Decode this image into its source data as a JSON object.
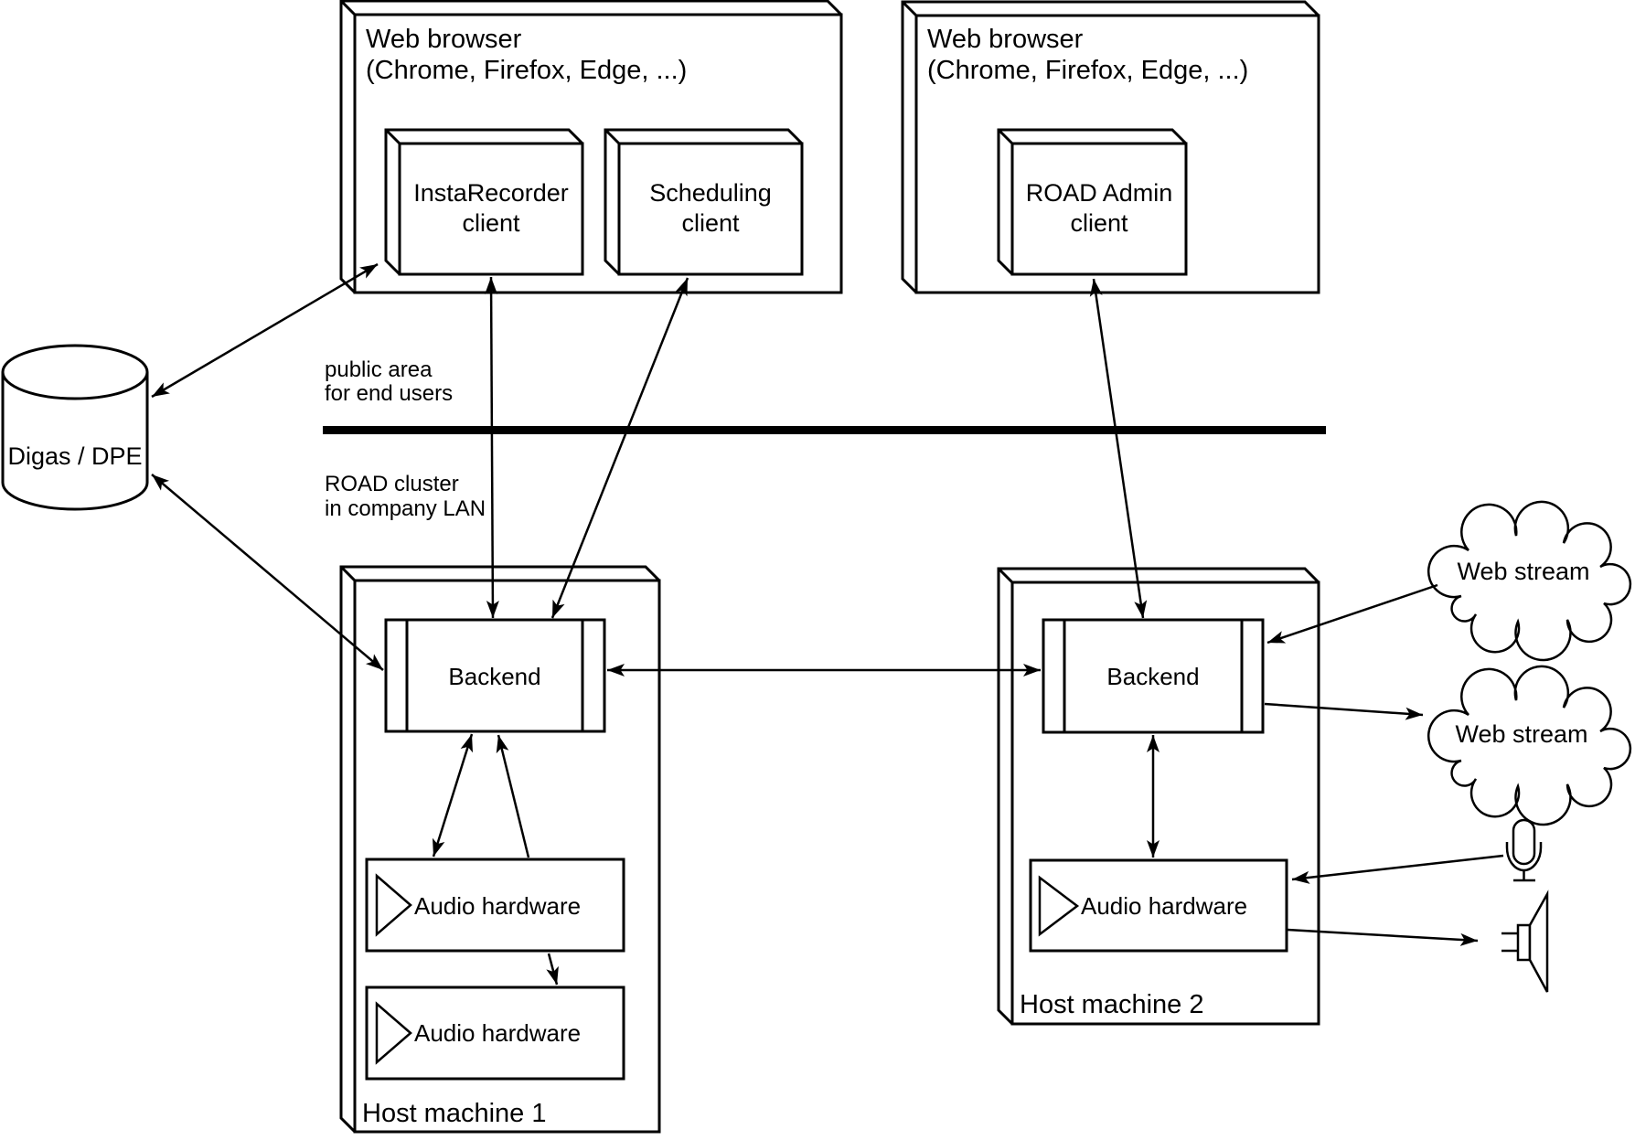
{
  "zones": {
    "public": {
      "label_lines": [
        "public area",
        "for end users"
      ]
    },
    "lan": {
      "label_lines": [
        "ROAD cluster",
        "in company LAN"
      ]
    }
  },
  "nodes": {
    "browser1": {
      "shape": "3d-box",
      "title_lines": [
        "Web browser",
        "(Chrome, Firefox, Edge, ...)"
      ]
    },
    "browser2": {
      "shape": "3d-box",
      "title_lines": [
        "Web browser",
        "(Chrome, Firefox, Edge, ...)"
      ]
    },
    "instarecorder_client": {
      "shape": "3d-box",
      "label_lines": [
        "InstaRecorder",
        "client"
      ]
    },
    "scheduling_client": {
      "shape": "3d-box",
      "label_lines": [
        "Scheduling",
        "client"
      ]
    },
    "road_admin_client": {
      "shape": "3d-box",
      "label_lines": [
        "ROAD Admin",
        "client"
      ]
    },
    "digas_dpe": {
      "shape": "cylinder",
      "label": "Digas / DPE"
    },
    "host1": {
      "shape": "3d-box",
      "label": "Host machine 1",
      "backend_label": "Backend",
      "audio1_label": "Audio hardware",
      "audio2_label": "Audio hardware"
    },
    "host2": {
      "shape": "3d-box",
      "label": "Host machine 2",
      "backend_label": "Backend",
      "audio_label": "Audio hardware"
    },
    "web_stream1": {
      "shape": "cloud",
      "label": "Web stream"
    },
    "web_stream2": {
      "shape": "cloud",
      "label": "Web stream"
    },
    "microphone": {
      "icon": "microphone-icon"
    },
    "speaker": {
      "icon": "speaker-icon"
    }
  },
  "edges": [
    {
      "from": "digas_dpe",
      "to": "instarecorder_client",
      "direction": "both"
    },
    {
      "from": "digas_dpe",
      "to": "host1_backend",
      "direction": "both"
    },
    {
      "from": "instarecorder_client",
      "to": "host1_backend",
      "direction": "both"
    },
    {
      "from": "scheduling_client",
      "to": "host1_backend",
      "direction": "both"
    },
    {
      "from": "road_admin_client",
      "to": "host2_backend",
      "direction": "both"
    },
    {
      "from": "host1_backend",
      "to": "host2_backend",
      "direction": "both"
    },
    {
      "from": "host1_backend",
      "to": "host1_audio1",
      "direction": "both"
    },
    {
      "from": "host1_audio1",
      "to": "host1_backend",
      "direction": "to"
    },
    {
      "from": "host1_audio1",
      "to": "host1_audio2",
      "direction": "to"
    },
    {
      "from": "host2_backend",
      "to": "host2_audio",
      "direction": "both"
    },
    {
      "from": "web_stream1",
      "to": "host2_backend",
      "direction": "to"
    },
    {
      "from": "host2_backend",
      "to": "web_stream2",
      "direction": "to"
    },
    {
      "from": "microphone",
      "to": "host2_audio",
      "direction": "to"
    },
    {
      "from": "host2_audio",
      "to": "speaker",
      "direction": "to"
    }
  ],
  "colors": {
    "ink": "#000000",
    "background": "#ffffff"
  }
}
